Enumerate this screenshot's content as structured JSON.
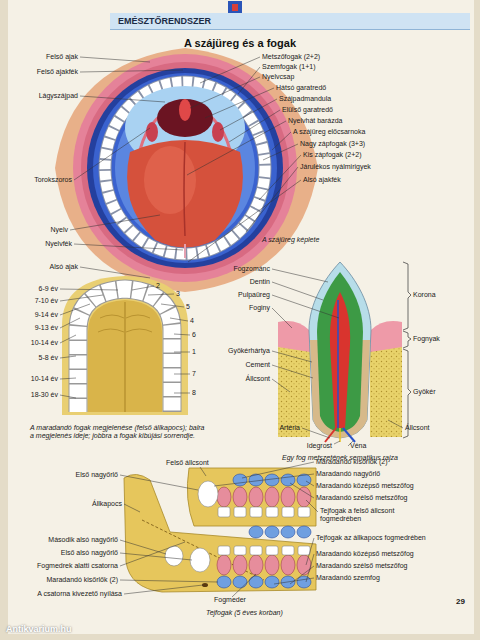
{
  "diagram": {
    "title": "A szájüreg és a fogak",
    "nodes": [
      {
        "text": [
          "EMÉSZTŐRENDSZER"
        ]
      }
    ],
    "labels": [
      "Felső ajak",
      "Felső ajakfék",
      "Lágyszájpad",
      "Torokszoros",
      "Nyelv",
      "Nyelvfék",
      "Alsó ajak",
      "Metszőfogak (2+2)",
      "Szemfogak (1+1)",
      "Nyelvcsap",
      "Hátsó garatredő",
      "Szájpadmandula",
      "Elülső garatredő",
      "Nyelvhát barázda",
      "A szájüreg előcsarnoka",
      "Nagy zápfogak (3+3)",
      "Kis zápfogak (2+2)",
      "Járulékos nyálmirigyek",
      "Alsó ajakfék",
      "A szájüreg képlete",
      "6-9 év",
      "7-10 év",
      "9-14 év",
      "9-13 év",
      "10-14 év",
      "5-8 év",
      "10-14 év",
      "18-30 év",
      "2",
      "3",
      "5",
      "4",
      "6",
      "1",
      "7",
      "8",
      "A maradandó fogak megjelenése (felső állkapocs); balra a megjelenés ideje; jobbra a fogak kibújási sorrendje.",
      "Fogzománc",
      "Dentin",
      "Pulpaüreg",
      "Foginy",
      "Gyökérhártya",
      "Cement",
      "Állcsont",
      "Artéria",
      "Idegrost",
      "Véna",
      "Állcsont",
      "Korona",
      "Fognyak",
      "Gyökér",
      "Egy fog metszetének sematikus rajza",
      "Felső állcsont",
      "Első nagyőrlő",
      "Állkapocs",
      "Második alsó nagyőrlő",
      "Első alsó nagyőrlő",
      "Fogmedrek alatti csatorna",
      "Maradandó kisőrlők (2)",
      "A csatorna kivezető nyílása",
      "Maradandó kisőrlők (2)",
      "Maradandó nagyőrlő",
      "Maradandó középső metszőfog",
      "Maradandó szélső metszőfog",
      "Tejfogak a felső állcsont fogmedrében",
      "Tejfogak az állkapocs fogmedrében",
      "Maradandó középső metszőfog",
      "Maradandó szélső metszőfog",
      "Maradandó szemfog",
      "Fogmeder",
      "Tejfogak (5 éves korban)",
      "29",
      "Antikvarium.hu"
    ]
  }
}
